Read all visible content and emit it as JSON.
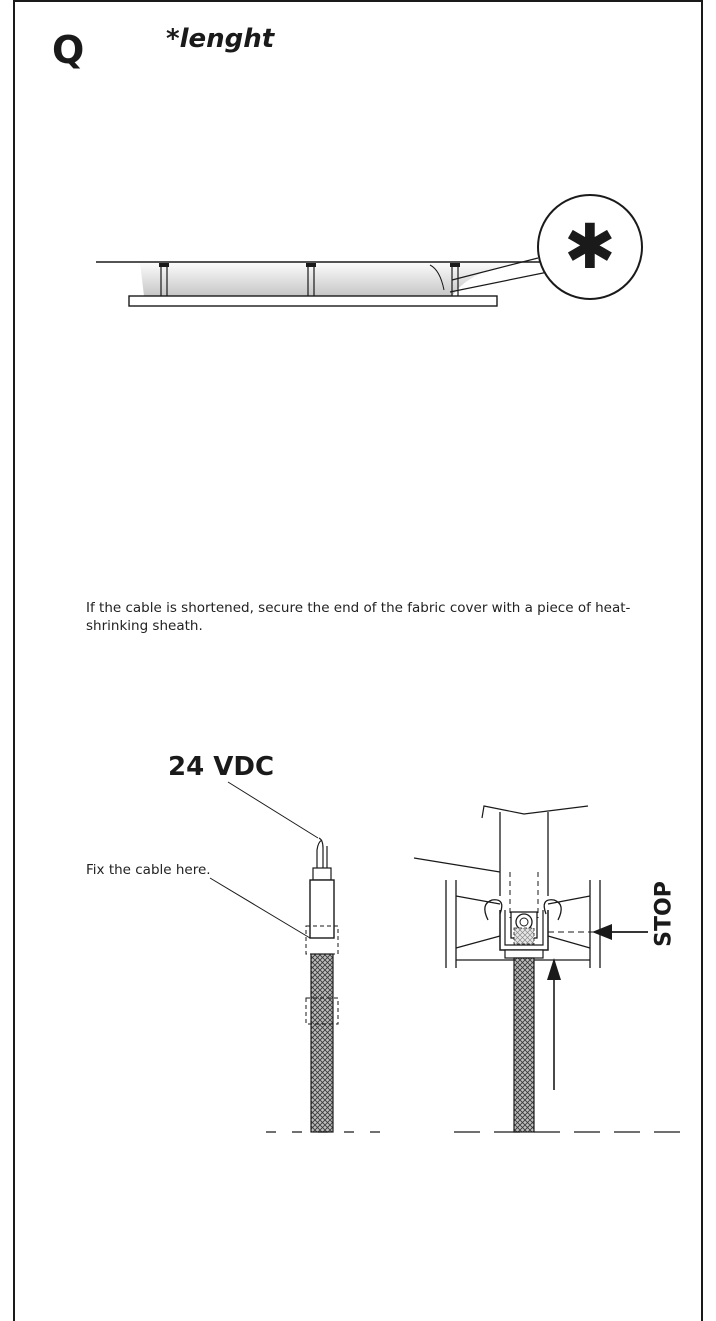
{
  "step": {
    "letter": "Q",
    "title": "*lenght"
  },
  "top_figure": {
    "detail_marker": "✱"
  },
  "note": {
    "text": "If the cable is shortened, secure the end of the fabric cover with a piece of heat-shrinking sheath."
  },
  "cable_figure": {
    "voltage_label": "24 VDC",
    "fix_label": "Fix the cable here.",
    "stop_label": "STOP"
  },
  "colors": {
    "line": "#1a1a1a",
    "shade_dark": "#c4c4c4",
    "shade_light": "#f4f4f4"
  }
}
